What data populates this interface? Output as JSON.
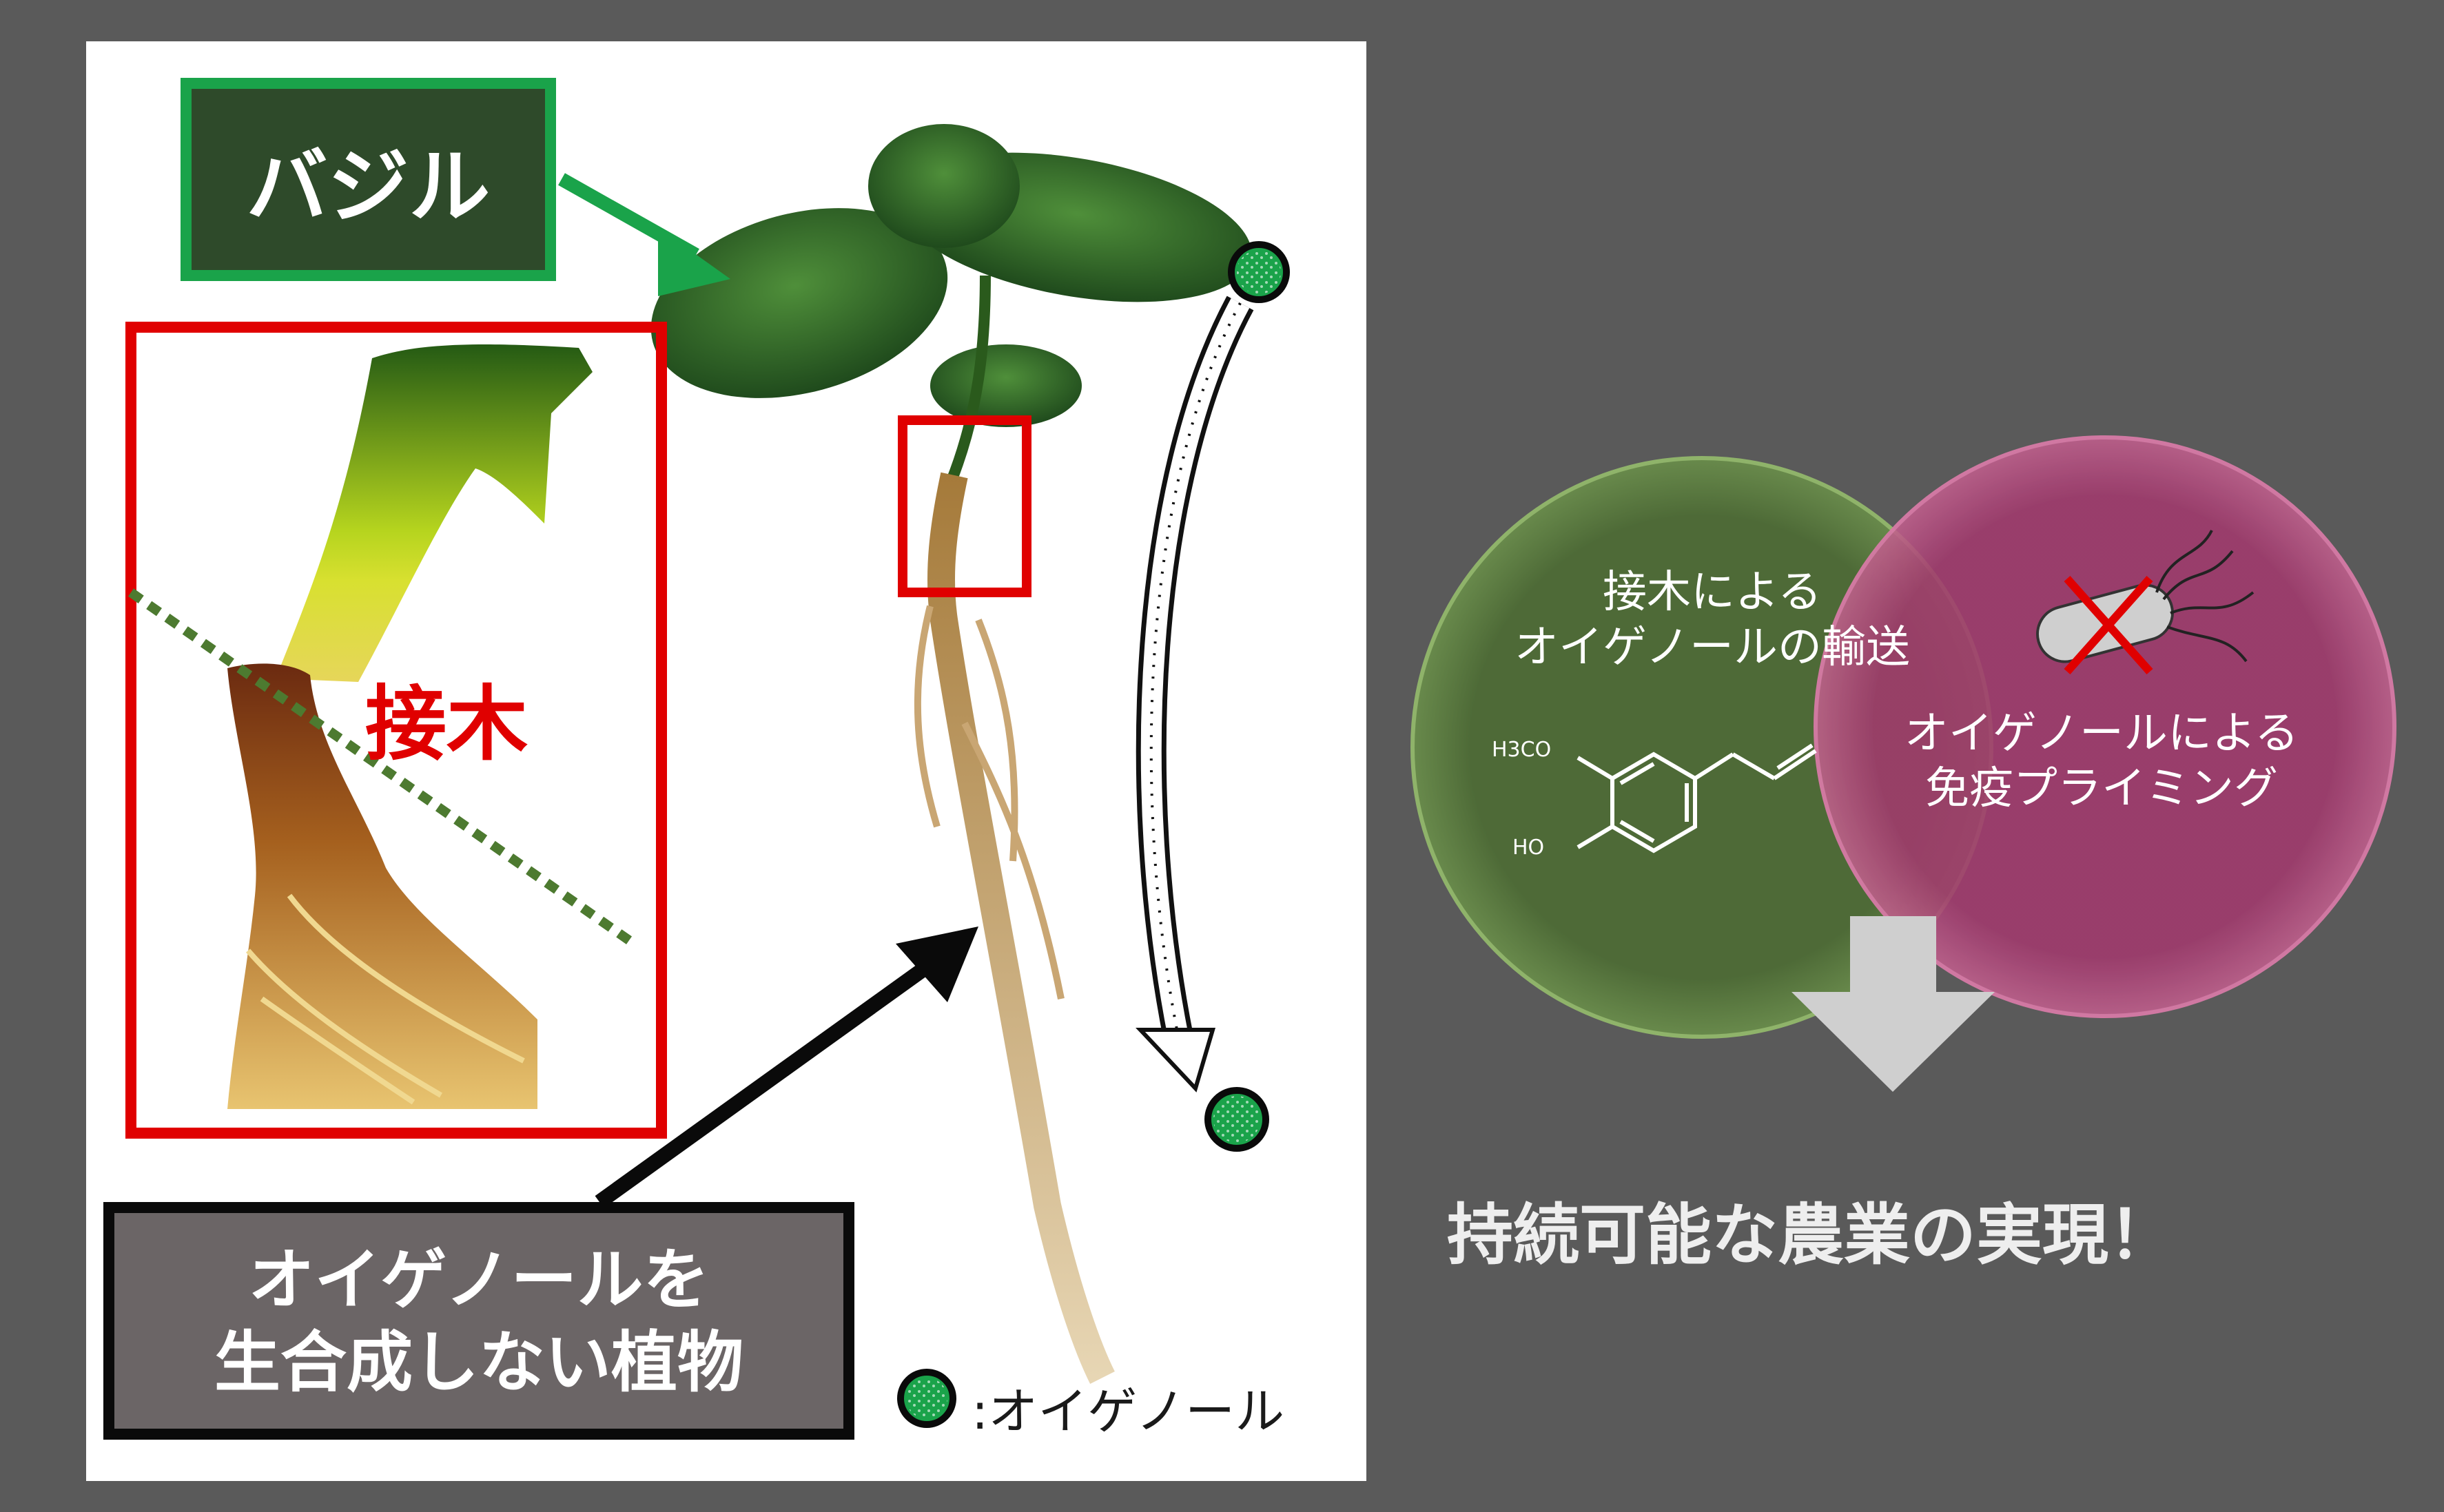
{
  "labels": {
    "basil": "バジル",
    "grafting": "接木",
    "non_biosynth_line1": "オイゲノールを",
    "non_biosynth_line2": "生合成しない植物",
    "legend": ":オイゲノール"
  },
  "venn": {
    "left_line1": "接木による",
    "left_line2": "オイゲノールの輸送",
    "right_line1": "オイゲノールによる",
    "right_line2": "免疫プライミング",
    "chem_h3co": "H3CO",
    "chem_ho": "HO"
  },
  "conclusion": "持続可能な農業の実現！",
  "colors": {
    "background": "#5a5a5a",
    "basil_fill": "#2e4a2a",
    "basil_border": "#1aa34a",
    "graft_red": "#e00000",
    "venn_left": "#4d6b35",
    "venn_right": "#a23a6e",
    "eugenol_dot": "#1aa34a"
  }
}
